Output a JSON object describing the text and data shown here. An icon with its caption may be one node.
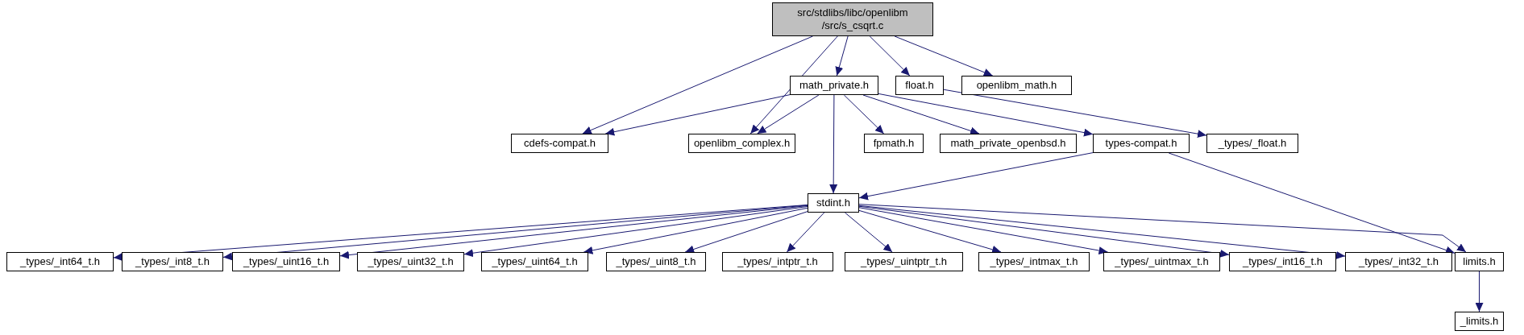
{
  "diagram": {
    "nodes": [
      {
        "text": [
          "src/stdlibs/libc/openlibm /src/s_csqrt.c"
        ]
      },
      {
        "text": [
          "math_private.h"
        ]
      },
      {
        "text": [
          "float.h"
        ]
      },
      {
        "text": [
          "openlibm_math.h"
        ]
      },
      {
        "text": [
          "cdefs-compat.h"
        ]
      },
      {
        "text": [
          "openlibm_complex.h"
        ]
      },
      {
        "text": [
          "fpmath.h"
        ]
      },
      {
        "text": [
          "math_private_openbsd.h"
        ]
      },
      {
        "text": [
          "types-compat.h"
        ]
      },
      {
        "text": [
          "_types/_float.h"
        ]
      },
      {
        "text": [
          "stdint.h"
        ]
      },
      {
        "text": [
          "_types/_int64_t.h"
        ]
      },
      {
        "text": [
          "_types/_int8_t.h"
        ]
      },
      {
        "text": [
          "_types/_uint16_t.h"
        ]
      },
      {
        "text": [
          "_types/_uint32_t.h"
        ]
      },
      {
        "text": [
          "_types/_uint64_t.h"
        ]
      },
      {
        "text": [
          "_types/_uint8_t.h"
        ]
      },
      {
        "text": [
          "_types/_intptr_t.h"
        ]
      },
      {
        "text": [
          "_types/_uintptr_t.h"
        ]
      },
      {
        "text": [
          "_types/_intmax_t.h"
        ]
      },
      {
        "text": [
          "_types/_uintmax_t.h"
        ]
      },
      {
        "text": [
          "_types/_int16_t.h"
        ]
      },
      {
        "text": [
          "_types/_int32_t.h"
        ]
      },
      {
        "text": [
          "limits.h"
        ]
      },
      {
        "text": [
          "_limits.h"
        ]
      }
    ],
    "edges": [
      {
        "from": 0,
        "to": 4,
        "arrow": "to"
      },
      {
        "from": 0,
        "to": 5,
        "arrow": "to"
      },
      {
        "from": 0,
        "to": 1,
        "arrow": "to"
      },
      {
        "from": 0,
        "to": 2,
        "arrow": "to"
      },
      {
        "from": 0,
        "to": 3,
        "arrow": "to"
      },
      {
        "from": 1,
        "to": 4,
        "arrow": "to"
      },
      {
        "from": 1,
        "to": 5,
        "arrow": "to"
      },
      {
        "from": 1,
        "to": 6,
        "arrow": "to"
      },
      {
        "from": 1,
        "to": 7,
        "arrow": "to"
      },
      {
        "from": 1,
        "to": 8,
        "arrow": "to"
      },
      {
        "from": 1,
        "to": 10,
        "arrow": "to"
      },
      {
        "from": 2,
        "to": 9,
        "arrow": "to"
      },
      {
        "from": 8,
        "to": 10,
        "arrow": "to"
      },
      {
        "from": 8,
        "to": 23,
        "arrow": "to"
      },
      {
        "from": 10,
        "to": 11,
        "arrow": "to"
      },
      {
        "from": 10,
        "to": 12,
        "arrow": "to"
      },
      {
        "from": 10,
        "to": 13,
        "arrow": "to"
      },
      {
        "from": 10,
        "to": 14,
        "arrow": "to"
      },
      {
        "from": 10,
        "to": 15,
        "arrow": "to"
      },
      {
        "from": 10,
        "to": 16,
        "arrow": "to"
      },
      {
        "from": 10,
        "to": 17,
        "arrow": "to"
      },
      {
        "from": 10,
        "to": 18,
        "arrow": "to"
      },
      {
        "from": 10,
        "to": 19,
        "arrow": "to"
      },
      {
        "from": 10,
        "to": 20,
        "arrow": "to"
      },
      {
        "from": 10,
        "to": 21,
        "arrow": "to"
      },
      {
        "from": 10,
        "to": 22,
        "arrow": "to"
      },
      {
        "from": 10,
        "to": 23,
        "arrow": "to"
      },
      {
        "from": 23,
        "to": 24,
        "arrow": "to"
      }
    ]
  }
}
